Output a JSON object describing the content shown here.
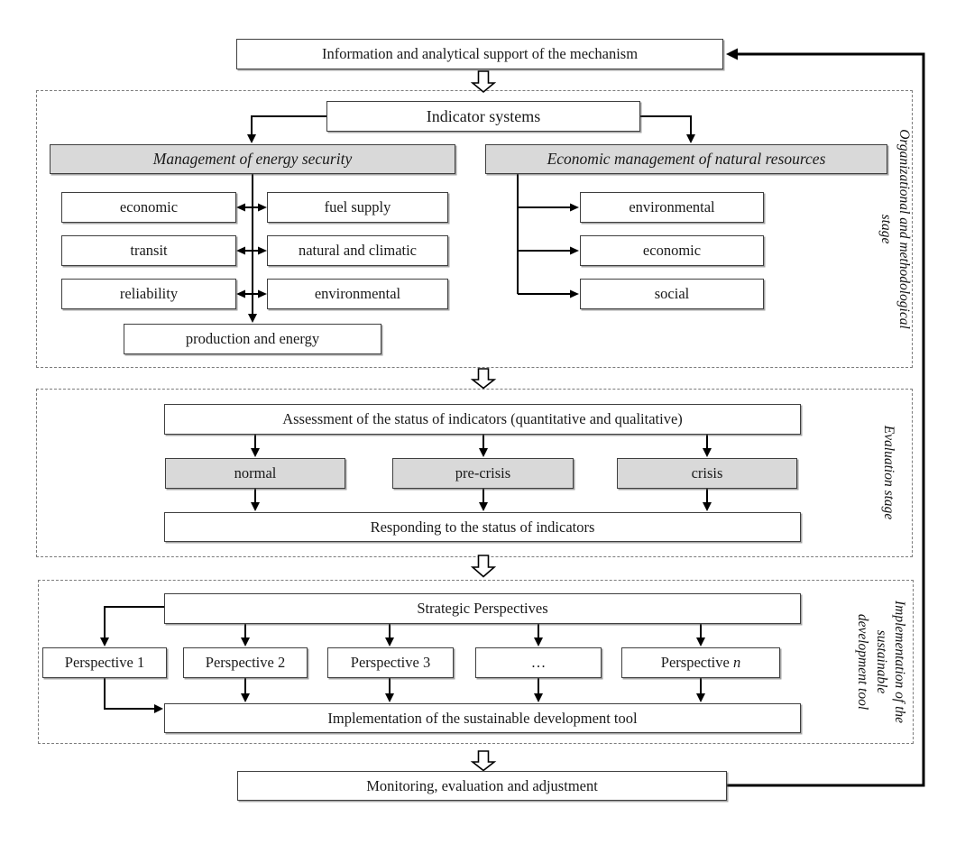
{
  "top_box": "Information and analytical support of the mechanism",
  "stage1": {
    "label_line1": "Organizational and methodological",
    "label_line2": "stage",
    "indicator_systems": "Indicator systems",
    "energy": {
      "header": "Management of energy security",
      "left_items": [
        "economic",
        "transit",
        "reliability"
      ],
      "right_items": [
        "fuel supply",
        "natural and climatic",
        "environmental"
      ],
      "bottom": "production and energy"
    },
    "natural": {
      "header": "Economic management of natural resources",
      "items": [
        "environmental",
        "economic",
        "social"
      ]
    }
  },
  "stage2": {
    "label": "Evaluation stage",
    "assessment": "Assessment of the status of indicators (quantitative and qualitative)",
    "statuses": [
      "normal",
      "pre-crisis",
      "crisis"
    ],
    "responding": "Responding to the status of indicators"
  },
  "stage3": {
    "label_line1": "Implementation of the",
    "label_line2": "sustainable",
    "label_line3": "development tool",
    "strategic": "Strategic Perspectives",
    "perspectives": [
      "Perspective 1",
      "Perspective 2",
      "Perspective 3",
      "…"
    ],
    "perspective_n": {
      "prefix": "Perspective ",
      "suffix": "n"
    },
    "implementation": "Implementation of the sustainable development tool"
  },
  "monitoring_box": "Monitoring, evaluation and adjustment",
  "colors": {
    "gray_fill": "#d9d9d9",
    "box_border": "#3f3f3f",
    "dashed_border": "#7c7c7c",
    "line": "#000000"
  }
}
